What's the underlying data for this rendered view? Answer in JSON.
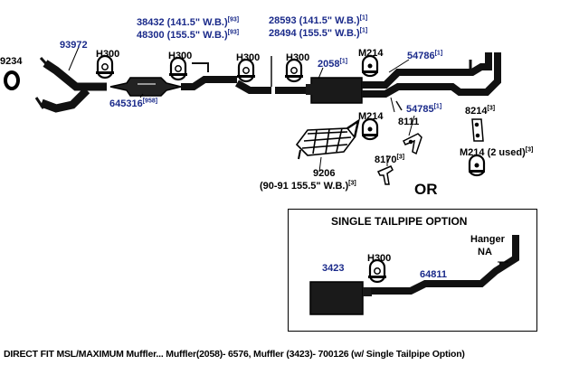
{
  "diagram": {
    "colors": {
      "part_number": "#1a2a8a",
      "text": "#000000",
      "pipe": "#111111"
    },
    "labels": {
      "p9234": "9234",
      "p93972": "93972",
      "h300_a": "H300",
      "h300_b": "H300",
      "h300_c": "H300",
      "h300_d": "H300",
      "p38432": "38432 (141.5\" W.B.)",
      "p38432_note": "[93]",
      "p48300": "48300 (155.5\" W.B.)",
      "p48300_note": "[93]",
      "p28593": "28593 (141.5\" W.B.)",
      "p28593_note": "[1]",
      "p28494": "28494 (155.5\" W.B.)",
      "p28494_note": "[1]",
      "m214_a": "M214",
      "p54786": "54786",
      "p54786_note": "[1]",
      "p2058": "2058",
      "p2058_note": "[1]",
      "p645316": "645316",
      "p645316_note": "[958]",
      "p54785": "54785",
      "p54785_note": "[1]",
      "m214_b": "M214",
      "p8111": "8111",
      "p8214": "8214",
      "p8214_note": "[3]",
      "p8170": "8170",
      "p8170_note": "[3]",
      "m214_c": "M214 (2 used)",
      "m214_c_note": "[3]",
      "p9206": "9206",
      "p9206_sub": "(90-91 155.5\" W.B.)",
      "p9206_sub_note": "[3]",
      "or": "OR"
    },
    "single_tailpipe_option": {
      "title": "SINGLE TAILPIPE OPTION",
      "p3423": "3423",
      "h300": "H300",
      "p64811": "64811",
      "hanger": "Hanger",
      "na": "NA"
    },
    "caption": "DIRECT FIT MSL/MAXIMUM Muffler... Muffler(2058)- 6576, Muffler (3423)- 700126 (w/ Single Tailpipe Option)"
  }
}
